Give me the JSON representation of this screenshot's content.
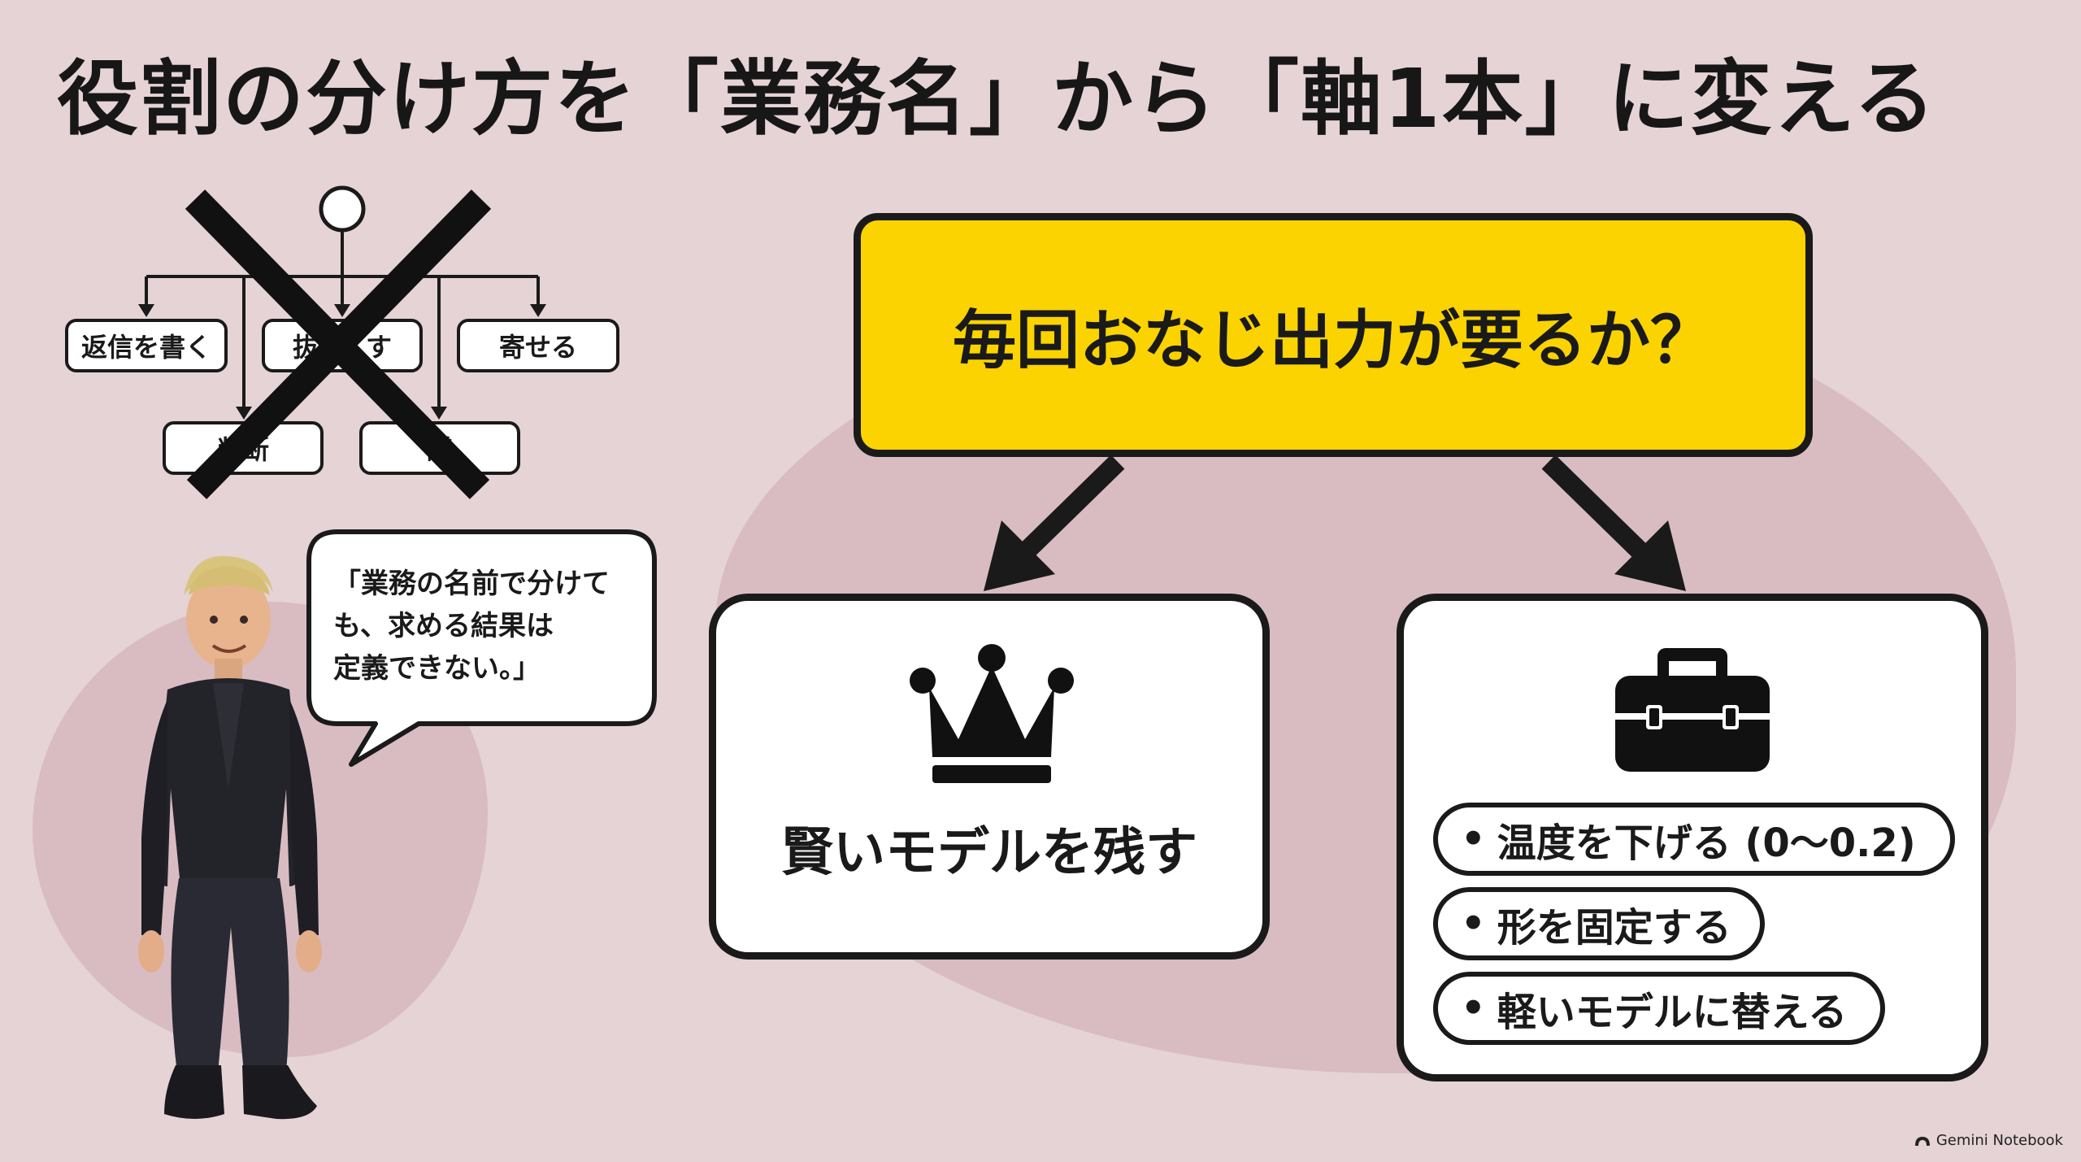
{
  "title": "役割の分け方を「業務名」から「軸1本」に変える",
  "old_chart": {
    "top_row": [
      "返信を書く",
      "抜",
      "す",
      "寄せる"
    ],
    "bottom_row": [
      "判断",
      "議"
    ]
  },
  "speech_bubble": [
    "「業務の名前で分けて",
    "も、求める結果は",
    "定義できない。」"
  ],
  "question": "毎回おなじ出力が要るか？",
  "left_answer": {
    "icon": "crown-icon",
    "label": "賢いモデルを残す"
  },
  "right_answer": {
    "icon": "toolbox-icon",
    "items": [
      "温度を下げる (0〜0.2)",
      "形を固定する",
      "軽いモデルに替える"
    ],
    "bullet": "•"
  },
  "watermark": "Gemini Notebook",
  "colors": {
    "background": "#e5d3d6",
    "blob": "#d8bcc1",
    "accent": "#fad300",
    "ink": "#1a1a1a"
  }
}
